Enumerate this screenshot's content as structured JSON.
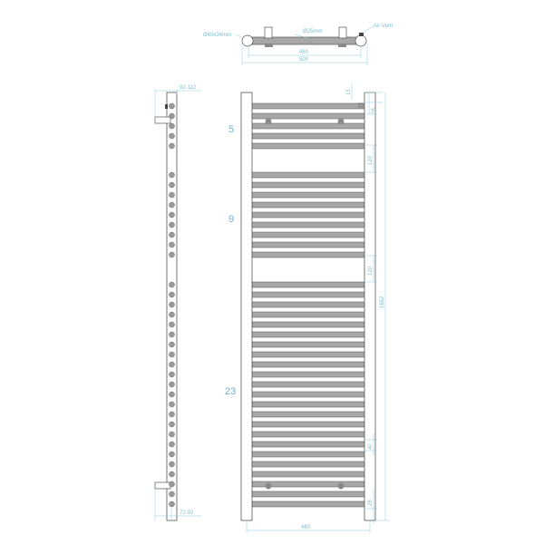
{
  "colors": {
    "dimension": "#8ecad8",
    "outline": "#555555",
    "bar_fill": "#a7a7a7",
    "circle_fill": "#9a9a9a",
    "label": "#6fb3c8"
  },
  "top_view": {
    "left_tube_label": "Ø40x34mm",
    "pipe_label": "Ø25mm",
    "air_vent_label": "Air Vent",
    "inner_width": "460",
    "outer_width": "500"
  },
  "side_view": {
    "top_depth": "92-112",
    "bottom_depth": "72-92"
  },
  "front_view": {
    "groups": [
      {
        "label": "5",
        "bars": 5
      },
      {
        "label": "9",
        "bars": 9
      },
      {
        "label": "23",
        "bars": 23
      }
    ],
    "dims": {
      "top_offset": "15",
      "top_to_first_bar": "28",
      "gap_1": "120",
      "gap_2": "120",
      "total_height": "1652",
      "bar_spacing": "40",
      "bottom_to_last_bar": "28",
      "centres_width": "460"
    }
  }
}
